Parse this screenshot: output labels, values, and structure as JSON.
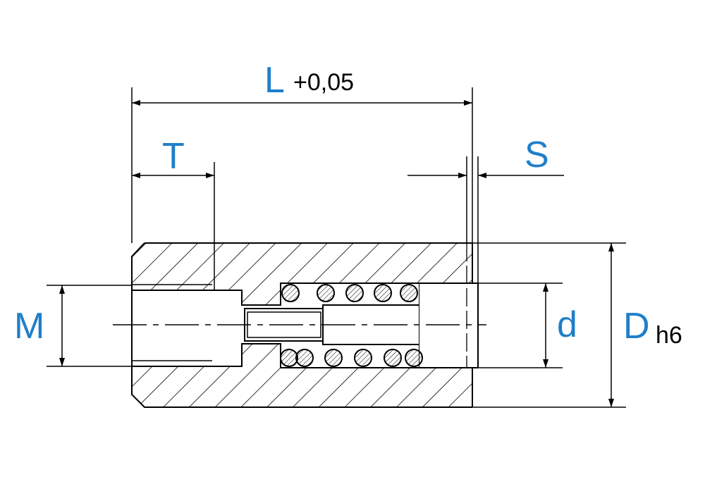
{
  "colors": {
    "label": "#1f7fc9",
    "line": "#000000",
    "background": "#ffffff"
  },
  "dimensions": {
    "length": {
      "symbol": "L",
      "tolerance": "+0,05"
    },
    "thread_depth": {
      "symbol": "T"
    },
    "stroke": {
      "symbol": "S"
    },
    "thread": {
      "symbol": "M"
    },
    "pin_diameter": {
      "symbol": "d"
    },
    "outer_diameter": {
      "symbol": "D",
      "tolerance": "h6"
    }
  }
}
